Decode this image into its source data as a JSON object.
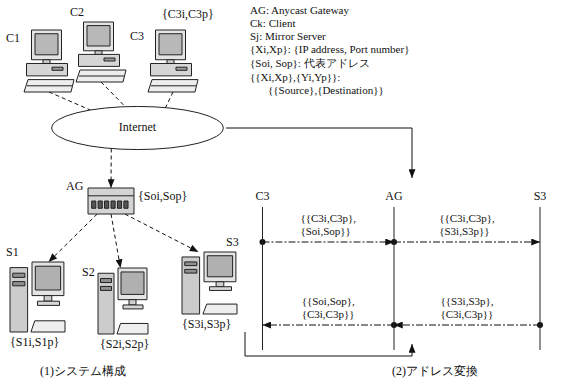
{
  "diagram": {
    "nodes": [
      {
        "text": [
          "C1"
        ]
      },
      {
        "text": [
          "C2"
        ]
      },
      {
        "text": [
          "C3",
          "{C3i,C3p}"
        ]
      },
      {
        "text": [
          "Internet"
        ]
      },
      {
        "text": [
          "AG",
          "{Soi,Sop}"
        ]
      },
      {
        "text": [
          "S1",
          "{S1i,S1p}"
        ]
      },
      {
        "text": [
          "S2",
          "{S2i,S2p}"
        ]
      },
      {
        "text": [
          "S3",
          "{S3i,S3p}"
        ]
      },
      {
        "text": [
          "C3"
        ]
      },
      {
        "text": [
          "AG"
        ]
      },
      {
        "text": [
          "S3"
        ]
      }
    ],
    "edges": [
      {
        "from": 0,
        "to": 3,
        "arrow": "none"
      },
      {
        "from": 1,
        "to": 3,
        "arrow": "none"
      },
      {
        "from": 2,
        "to": 3,
        "arrow": "none"
      },
      {
        "from": 3,
        "to": 4,
        "arrow": "to"
      },
      {
        "from": 4,
        "to": 5,
        "arrow": "to"
      },
      {
        "from": 4,
        "to": 6,
        "arrow": "to"
      },
      {
        "from": 4,
        "to": 7,
        "arrow": "to"
      },
      {
        "from": 8,
        "to": 9,
        "arrow": "to",
        "label": "{{C3i,C3p}, {Soi,Sop}}"
      },
      {
        "from": 9,
        "to": 10,
        "arrow": "to",
        "label": "{{C3i,C3p}, {S3i,S3p}}"
      },
      {
        "from": 10,
        "to": 9,
        "arrow": "to",
        "label": "{{S3i,S3p}, {C3i,C3p}}"
      },
      {
        "from": 9,
        "to": 8,
        "arrow": "to",
        "label": "{{Soi,Sop}, {C3i,C3p}}"
      }
    ],
    "labels": [
      "AG: Anycast Gateway",
      "Ck: Client",
      "Sj: Mirror Server",
      "{Xi,Xp}: {IP address, Port number}",
      "{Soi, Sop}: 代表アドレス",
      "{{Xi,Xp},{Yi,Yp}}:",
      "{{Source},{Destination}}",
      "(1)システム構成",
      "(2)アドレス変換"
    ]
  }
}
